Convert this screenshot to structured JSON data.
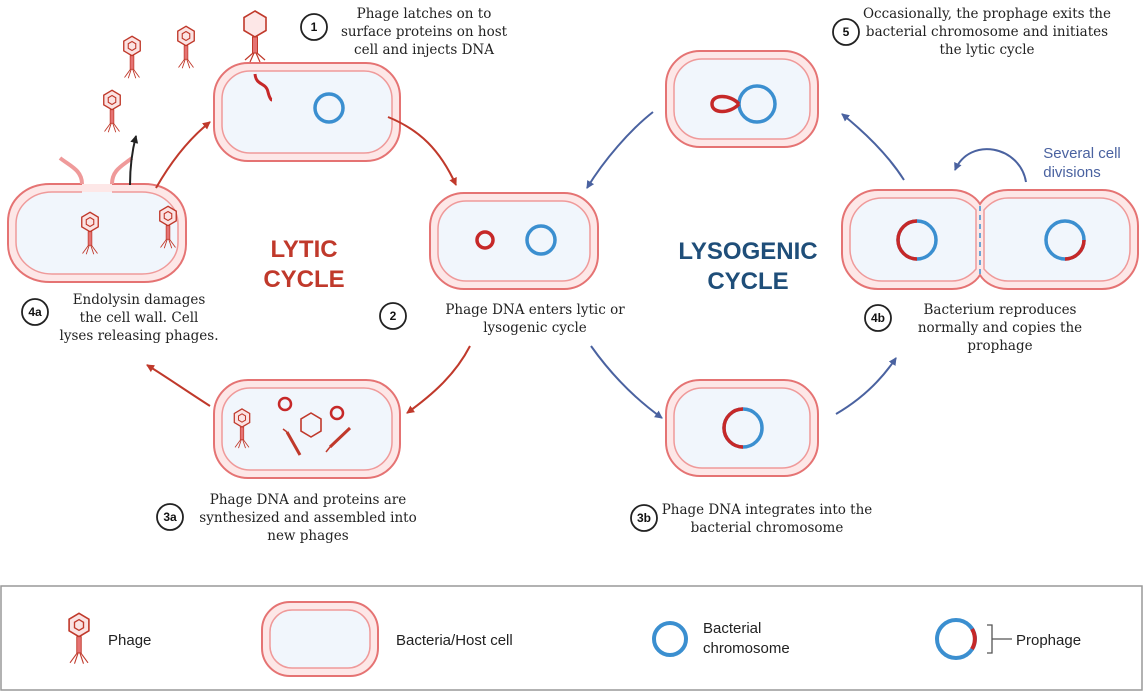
{
  "colors": {
    "lytic": "#c0392b",
    "lysogenic": "#1f4e79",
    "arrow_lysogenic": "#4a62a0",
    "chromosome": "#3b8fd0",
    "prophage": "#c62828",
    "cell_wall": "#ef9a9a",
    "cell_fill": "#f1f6fc",
    "legend_border": "#999999"
  },
  "cycles": {
    "lytic": [
      "LYTIC",
      "CYCLE"
    ],
    "lysogenic": [
      "LYSOGENIC",
      "CYCLE"
    ]
  },
  "steps": {
    "s1": {
      "num": "1",
      "lines": [
        "Phage latches on to",
        "surface proteins on host",
        "cell and injects DNA"
      ]
    },
    "s2": {
      "num": "2",
      "lines": [
        "Phage DNA enters lytic or",
        "lysogenic cycle"
      ]
    },
    "s3a": {
      "num": "3a",
      "lines": [
        "Phage DNA and proteins are",
        "synthesized and assembled into",
        "new phages"
      ]
    },
    "s3b": {
      "num": "3b",
      "lines": [
        "Phage DNA integrates into the",
        "bacterial chromosome"
      ]
    },
    "s4a": {
      "num": "4a",
      "lines": [
        "Endolysin damages",
        "the cell wall. Cell",
        "lyses releasing phages."
      ]
    },
    "s4b": {
      "num": "4b",
      "lines": [
        "Bacterium reproduces",
        "normally and copies the",
        "prophage"
      ]
    },
    "s5": {
      "num": "5",
      "lines": [
        "Occasionally, the prophage exits the",
        "bacterial chromosome and initiates",
        "the lytic cycle"
      ]
    }
  },
  "annotation": {
    "divisions": [
      "Several cell",
      "divisions"
    ]
  },
  "legend": {
    "phage": "Phage",
    "bacteria": "Bacteria/Host cell",
    "chromosome": [
      "Bacterial",
      "chromosome"
    ],
    "prophage": "Prophage"
  }
}
